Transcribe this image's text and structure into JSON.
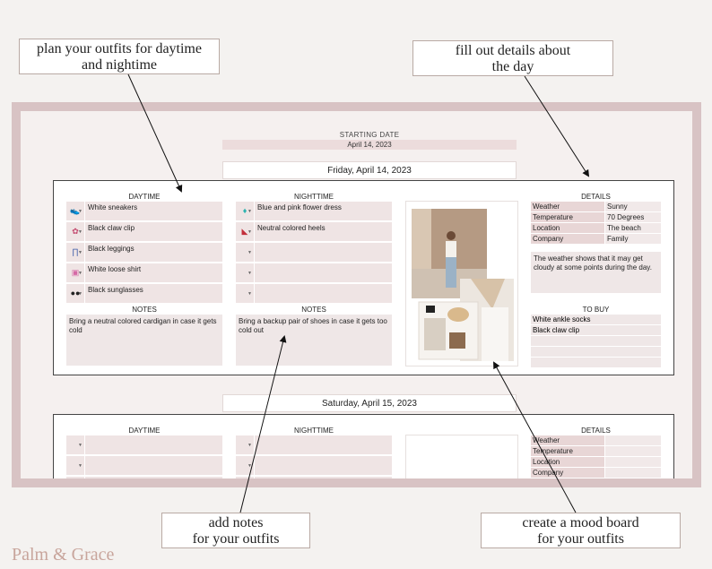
{
  "callouts": {
    "plan": [
      "plan your outfits for daytime",
      "and nightime"
    ],
    "details": [
      "fill out details about",
      "the day"
    ],
    "notes": [
      "add notes",
      "for your outfits"
    ],
    "mood": [
      "create a mood board",
      "for your outfits"
    ]
  },
  "header": {
    "starting_label": "STARTING DATE",
    "starting_value": "April 14, 2023"
  },
  "day1": {
    "date": "Friday, April 14, 2023",
    "daytime_label": "DAYTIME",
    "nighttime_label": "NIGHTTIME",
    "daytime_items": [
      "White sneakers",
      "Black claw clip",
      "Black leggings",
      "White loose shirt",
      "Black sunglasses"
    ],
    "nighttime_items": [
      "Blue and pink flower dress",
      "Neutral colored heels",
      "",
      "",
      ""
    ],
    "notes_label": "NOTES",
    "daytime_notes": "Bring a neutral colored cardigan in case it gets cold",
    "nighttime_notes": "Bring a backup pair of shoes in case it gets too cold out",
    "details_label": "DETAILS",
    "details": [
      {
        "k": "Weather",
        "v": "Sunny"
      },
      {
        "k": "Temperature",
        "v": "70 Degrees"
      },
      {
        "k": "Location",
        "v": "The beach"
      },
      {
        "k": "Company",
        "v": "Family"
      }
    ],
    "weather_note": "The weather shows that it may get cloudy at some points during the day.",
    "tobuy_label": "TO BUY",
    "tobuy": [
      "White ankle socks",
      "Black claw clip",
      "",
      "",
      ""
    ]
  },
  "day2": {
    "date": "Saturday, April 15, 2023",
    "daytime_label": "DAYTIME",
    "nighttime_label": "NIGHTTIME",
    "details_label": "DETAILS",
    "details": [
      {
        "k": "Weather",
        "v": ""
      },
      {
        "k": "Temperature",
        "v": ""
      },
      {
        "k": "Location",
        "v": ""
      },
      {
        "k": "Company",
        "v": ""
      }
    ]
  },
  "brand": "Palm & Grace",
  "colors": {
    "frame": "#d8c3c4",
    "row": "#efe4e4",
    "brand": "#c8a59c"
  }
}
